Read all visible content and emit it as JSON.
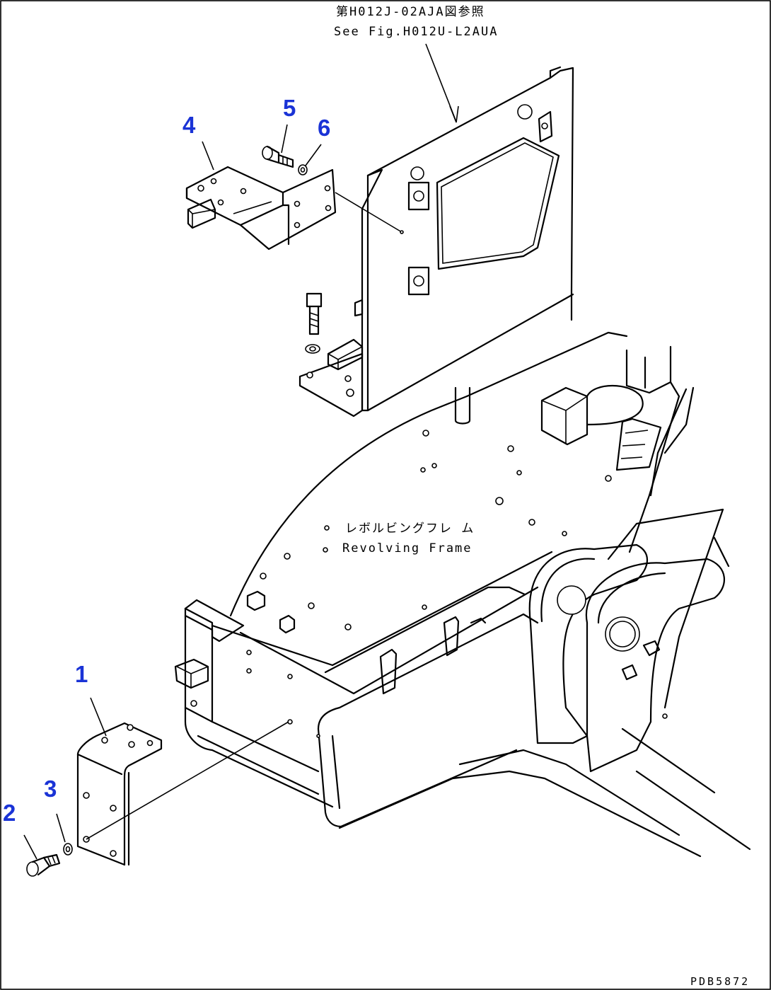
{
  "reference": {
    "line_jp": "第H012J-02AJA図参照",
    "line_en": "See Fig.H012U-L2AUA"
  },
  "frame_label": {
    "line_jp": "レボルビングフレ ム",
    "line_en": "Revolving Frame"
  },
  "callouts": [
    {
      "id": "1",
      "label": "1"
    },
    {
      "id": "2",
      "label": "2"
    },
    {
      "id": "3",
      "label": "3"
    },
    {
      "id": "4",
      "label": "4"
    },
    {
      "id": "5",
      "label": "5"
    },
    {
      "id": "6",
      "label": "6"
    }
  ],
  "drawing_code": "PDB5872",
  "colors": {
    "callout": "#1a33d6",
    "line": "#000000",
    "background": "#ffffff"
  }
}
